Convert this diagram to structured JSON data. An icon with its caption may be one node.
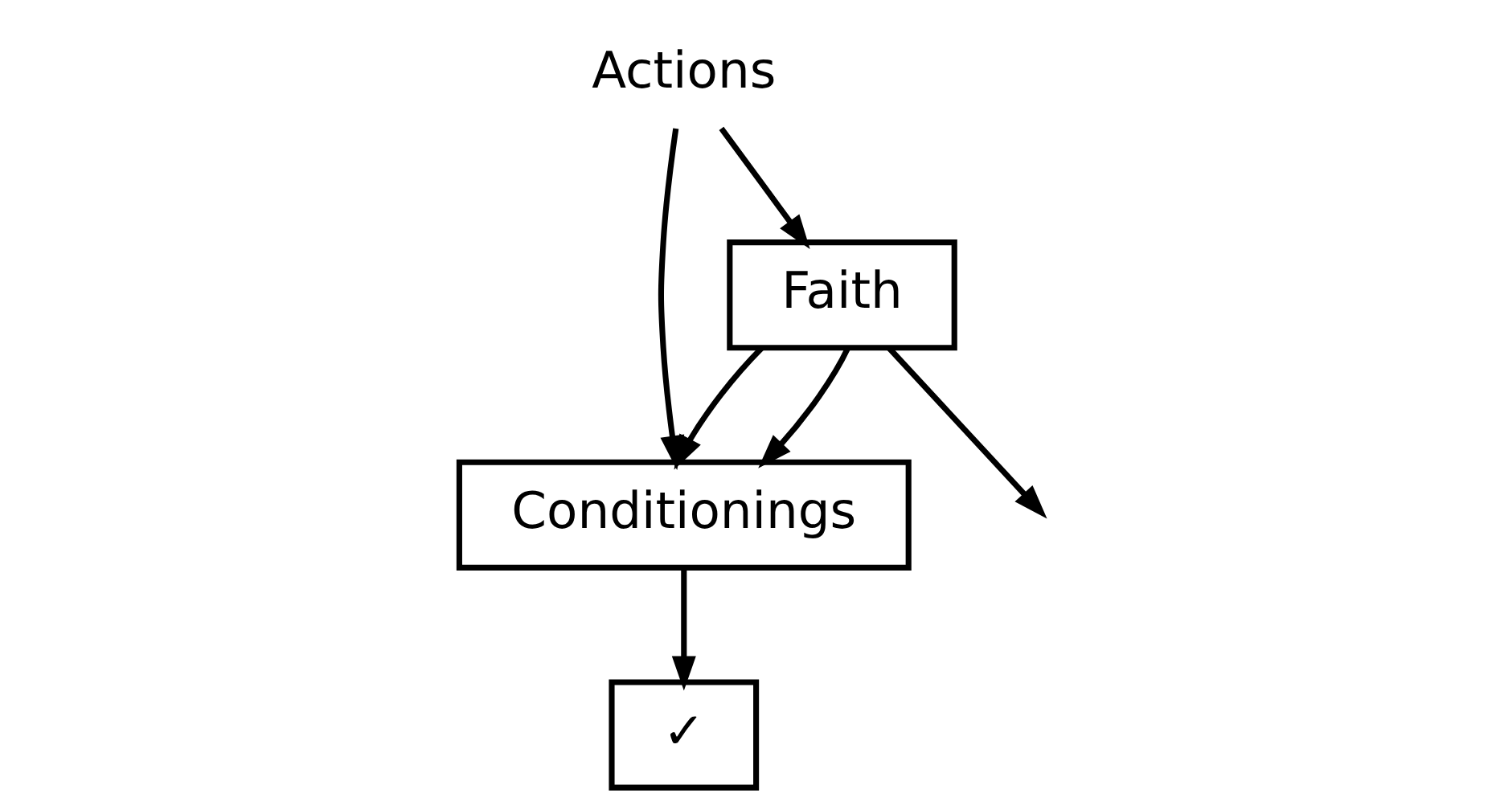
{
  "diagram": {
    "nodes": [
      {
        "text": [
          "Actions"
        ]
      },
      {
        "text": [
          "Faith"
        ]
      },
      {
        "text": [
          "Conditionings"
        ]
      },
      {
        "text": [
          "✓"
        ]
      }
    ],
    "edges": [
      {
        "from": 0,
        "to": 1,
        "arrow": "to"
      },
      {
        "from": 0,
        "to": 2,
        "arrow": "to"
      },
      {
        "from": 1,
        "to": 2,
        "arrow": "to"
      },
      {
        "from": 1,
        "to": null,
        "arrow": "to"
      },
      {
        "from": 1,
        "to": 2,
        "arrow": "to"
      },
      {
        "from": 2,
        "to": 3,
        "arrow": "to"
      }
    ]
  }
}
